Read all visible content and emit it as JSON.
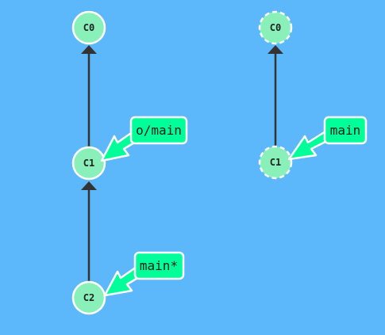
{
  "colors": {
    "background": "#5cb8fb",
    "commit_fill": "#88f0b8",
    "commit_stroke": "#ffffff",
    "edge": "#333333",
    "branch_fill": "#00ff99",
    "branch_stroke": "#ffffff",
    "branch_arrow": "#00ff99"
  },
  "local_repo": {
    "commits": [
      {
        "id": "C0"
      },
      {
        "id": "C1"
      },
      {
        "id": "C2"
      }
    ],
    "branches": [
      {
        "name": "o/main",
        "target": "C1"
      },
      {
        "name": "main*",
        "target": "C2"
      }
    ]
  },
  "remote_repo": {
    "commits": [
      {
        "id": "C0"
      },
      {
        "id": "C1"
      }
    ],
    "branches": [
      {
        "name": "main",
        "target": "C1"
      }
    ]
  }
}
